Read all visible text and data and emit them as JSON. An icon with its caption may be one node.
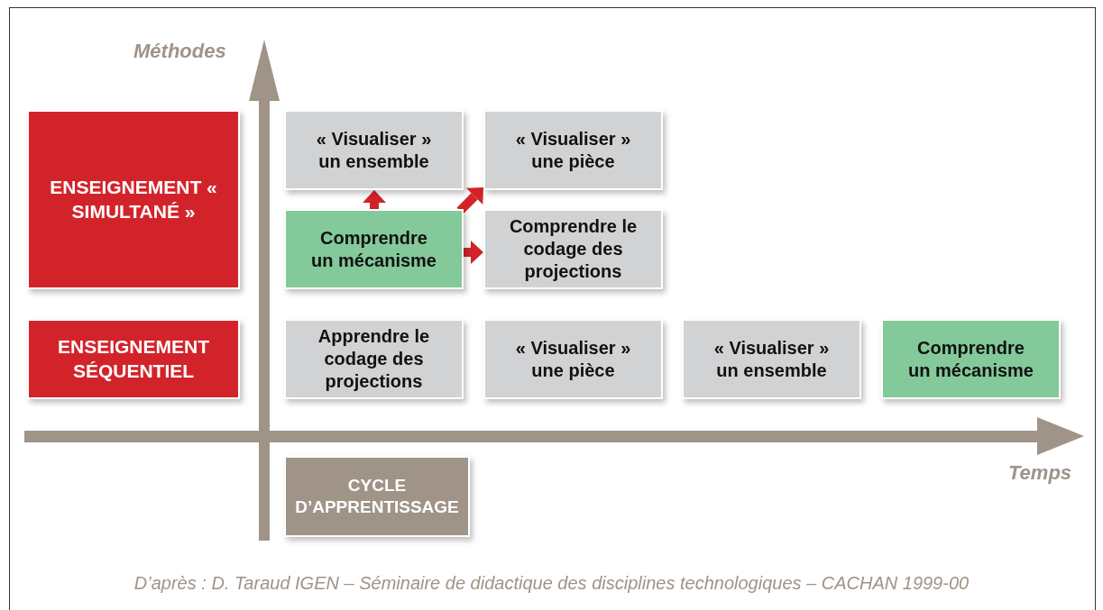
{
  "diagram": {
    "caption": "D’après : D. Taraud IGEN – Séminaire de didactique des disciplines technologiques – CACHAN 1999-00",
    "nodes": [
      {
        "text": [
          "ENSEIGNEMENT « SIMULTANÉ »"
        ]
      },
      {
        "text": [
          "« Visualiser » un ensemble"
        ]
      },
      {
        "text": [
          "« Visualiser » une pièce"
        ]
      },
      {
        "text": [
          "Comprendre un mécanisme"
        ]
      },
      {
        "text": [
          "Comprendre le codage des projections"
        ]
      },
      {
        "text": [
          "ENSEIGNEMENT SÉQUENTIEL"
        ]
      },
      {
        "text": [
          "Apprendre le codage des projections"
        ]
      },
      {
        "text": [
          "« Visualiser » une pièce"
        ]
      },
      {
        "text": [
          "« Visualiser » un ensemble"
        ]
      },
      {
        "text": [
          "Comprendre un mécanisme"
        ]
      },
      {
        "text": [
          "CYCLE D’APPRENTISSAGE"
        ]
      }
    ],
    "edges": [
      {
        "from": 3,
        "to": 1,
        "arrow": "to"
      },
      {
        "from": 3,
        "to": 2,
        "arrow": "to"
      },
      {
        "from": 3,
        "to": 4,
        "arrow": "to"
      }
    ],
    "labels": [
      "Méthodes",
      "Temps"
    ]
  }
}
